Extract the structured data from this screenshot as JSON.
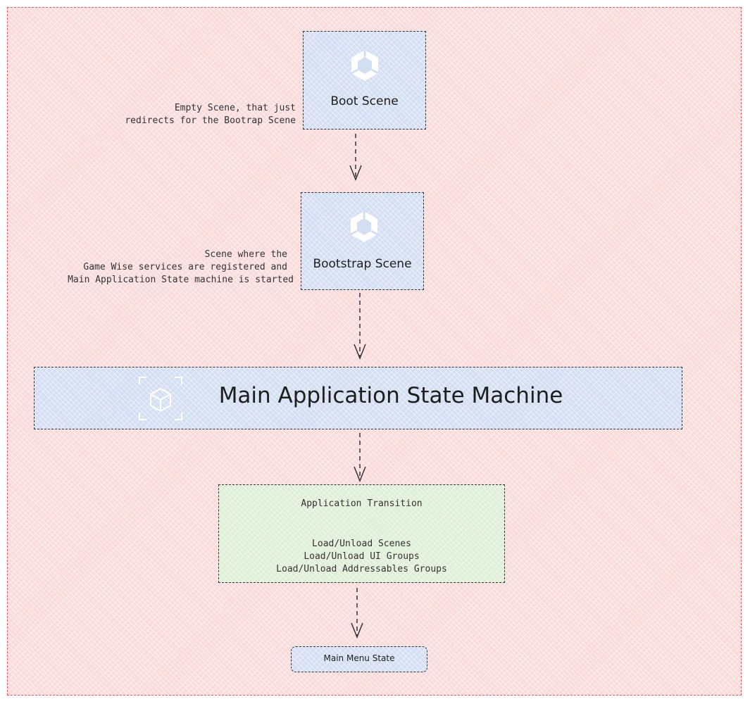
{
  "nodes": {
    "boot": {
      "label": "Boot Scene",
      "icon": "unity-logo-icon",
      "note": [
        "Empty Scene, that just",
        "redirects for the Bootrap Scene"
      ]
    },
    "bootstrap": {
      "label": "Bootstrap Scene",
      "icon": "unity-logo-icon",
      "note": [
        "Scene where the",
        "Game Wise services are registered and",
        "Main Application State machine is started"
      ]
    },
    "state_machine": {
      "label": "Main Application State Machine",
      "icon": "cube-icon"
    },
    "transition": {
      "title": "Application Transition",
      "lines": [
        "Load/Unload Scenes",
        "Load/Unload UI Groups",
        "Load/Unload Addressables Groups"
      ]
    },
    "main_menu": {
      "label": "Main Menu State"
    }
  },
  "colors": {
    "frame": "#fbdada",
    "scene_box": "#d4def3",
    "transition_box": "#dfeed6",
    "border": "#333333"
  }
}
